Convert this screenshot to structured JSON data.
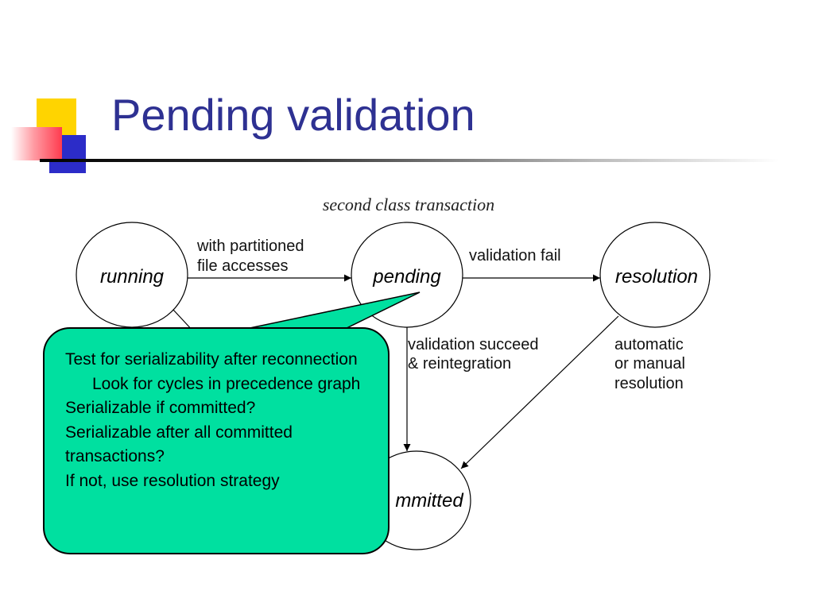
{
  "slide": {
    "title": "Pending validation"
  },
  "diagram": {
    "caption": "second class transaction",
    "states": {
      "running": "running",
      "pending": "pending",
      "resolution": "resolution",
      "committed": "mmitted"
    },
    "edges": {
      "running_to_pending": {
        "line1": "with partitioned",
        "line2": "file accesses"
      },
      "pending_to_resolution": "validation fail",
      "pending_to_committed": {
        "line1": "validation succeed",
        "line2": "& reintegration"
      },
      "resolution_to_committed": {
        "line1": "automatic",
        "line2": "or manual",
        "line3": "resolution"
      }
    }
  },
  "callout": {
    "l1": "Test for serializability after reconnection",
    "l2": "Look for cycles in precedence graph",
    "l3": "Serializable if committed?",
    "l4": "Serializable after all committed transactions?",
    "l5": "If not, use resolution strategy"
  },
  "colors": {
    "title": "#2e3192",
    "callout_fill": "#00e0a0",
    "accent_yellow": "#ffd400",
    "accent_blue": "#2c2cc8",
    "accent_red": "#ff3b4e"
  }
}
